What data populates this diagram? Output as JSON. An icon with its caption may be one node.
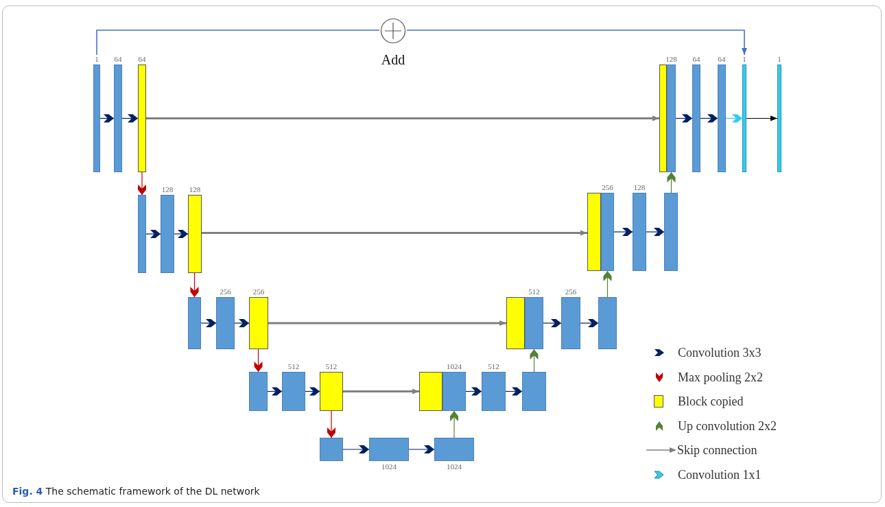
{
  "diagram": {
    "caption": "**Fig. 4** The schematic framework of the DL network",
    "nodes": [
      {
        "text": [
          "Add"
        ]
      },
      {
        "text": [
          "1"
        ]
      },
      {
        "text": [
          "64"
        ]
      },
      {
        "text": [
          "64"
        ]
      },
      {
        "text": [],
        "shape": "bar"
      },
      {
        "text": [
          "128"
        ]
      },
      {
        "text": [
          "64"
        ]
      },
      {
        "text": [
          "64"
        ]
      },
      {
        "text": [
          "1"
        ]
      },
      {
        "text": [
          "1"
        ]
      },
      {
        "text": [],
        "shape": "bar"
      },
      {
        "text": [
          "128"
        ]
      },
      {
        "text": [
          "128"
        ]
      },
      {
        "text": [],
        "shape": "bar"
      },
      {
        "text": [
          "256"
        ]
      },
      {
        "text": [
          "128"
        ]
      },
      {
        "text": [],
        "shape": "bar"
      },
      {
        "text": [],
        "shape": "bar"
      },
      {
        "text": [
          "256"
        ]
      },
      {
        "text": [
          "256"
        ]
      },
      {
        "text": [],
        "shape": "bar"
      },
      {
        "text": [
          "512"
        ]
      },
      {
        "text": [
          "256"
        ]
      },
      {
        "text": [],
        "shape": "bar"
      },
      {
        "text": [],
        "shape": "bar"
      },
      {
        "text": [
          "512"
        ]
      },
      {
        "text": [
          "512"
        ]
      },
      {
        "text": [],
        "shape": "bar"
      },
      {
        "text": [
          "1024"
        ]
      },
      {
        "text": [
          "512"
        ]
      },
      {
        "text": [],
        "shape": "bar"
      },
      {
        "text": [],
        "shape": "bar"
      },
      {
        "text": [
          "1024"
        ]
      },
      {
        "text": [
          "1024"
        ]
      }
    ],
    "edges": [
      {
        "from": 1,
        "to": 2,
        "arrow": "to"
      },
      {
        "from": 2,
        "to": 3,
        "arrow": "to"
      },
      {
        "from": 3,
        "to": 4,
        "arrow": "to",
        "color": "#808080"
      },
      {
        "from": 5,
        "to": 6,
        "arrow": "to"
      },
      {
        "from": 6,
        "to": 7,
        "arrow": "to"
      },
      {
        "from": 7,
        "to": 8,
        "arrow": "to",
        "color": "#33ccf0"
      },
      {
        "from": 8,
        "to": 9,
        "arrow": "to",
        "color": "#000000"
      },
      {
        "from": 3,
        "to": 10,
        "arrow": "to",
        "color": "#c00000"
      },
      {
        "from": 10,
        "to": 11,
        "arrow": "to"
      },
      {
        "from": 11,
        "to": 12,
        "arrow": "to"
      },
      {
        "from": 12,
        "to": 13,
        "arrow": "to",
        "color": "#808080"
      },
      {
        "from": 14,
        "to": 15,
        "arrow": "to"
      },
      {
        "from": 15,
        "to": 16,
        "arrow": "to"
      },
      {
        "from": 16,
        "to": 5,
        "arrow": "to",
        "color": "#548235"
      },
      {
        "from": 12,
        "to": 17,
        "arrow": "to",
        "color": "#c00000"
      },
      {
        "from": 17,
        "to": 18,
        "arrow": "to"
      },
      {
        "from": 18,
        "to": 19,
        "arrow": "to"
      },
      {
        "from": 19,
        "to": 20,
        "arrow": "to",
        "color": "#808080"
      },
      {
        "from": 21,
        "to": 22,
        "arrow": "to"
      },
      {
        "from": 22,
        "to": 23,
        "arrow": "to"
      },
      {
        "from": 23,
        "to": 14,
        "arrow": "to",
        "color": "#548235"
      },
      {
        "from": 19,
        "to": 24,
        "arrow": "to",
        "color": "#c00000"
      },
      {
        "from": 24,
        "to": 25,
        "arrow": "to"
      },
      {
        "from": 25,
        "to": 26,
        "arrow": "to"
      },
      {
        "from": 26,
        "to": 27,
        "arrow": "to",
        "color": "#808080"
      },
      {
        "from": 28,
        "to": 29,
        "arrow": "to"
      },
      {
        "from": 29,
        "to": 30,
        "arrow": "to"
      },
      {
        "from": 30,
        "to": 21,
        "arrow": "to",
        "color": "#548235"
      },
      {
        "from": 26,
        "to": 31,
        "arrow": "to",
        "color": "#c00000"
      },
      {
        "from": 31,
        "to": 32,
        "arrow": "to"
      },
      {
        "from": 32,
        "to": 33,
        "arrow": "to"
      },
      {
        "from": 33,
        "to": 28,
        "arrow": "to",
        "color": "#548235"
      },
      {
        "from": 1,
        "to": 0,
        "arrow": "none",
        "color": "#4472c4"
      },
      {
        "from": 0,
        "to": 8,
        "arrow": "to",
        "color": "#4472c4"
      }
    ],
    "legend": [
      {
        "text": "Convolution 3x3"
      },
      {
        "text": "Max pooling 2x2"
      },
      {
        "text": "Block copied",
        "color": "#ffff00"
      },
      {
        "text": "Up convolution 2x2"
      },
      {
        "text": "Skip connection"
      },
      {
        "text": "Convolution 1x1"
      }
    ]
  }
}
